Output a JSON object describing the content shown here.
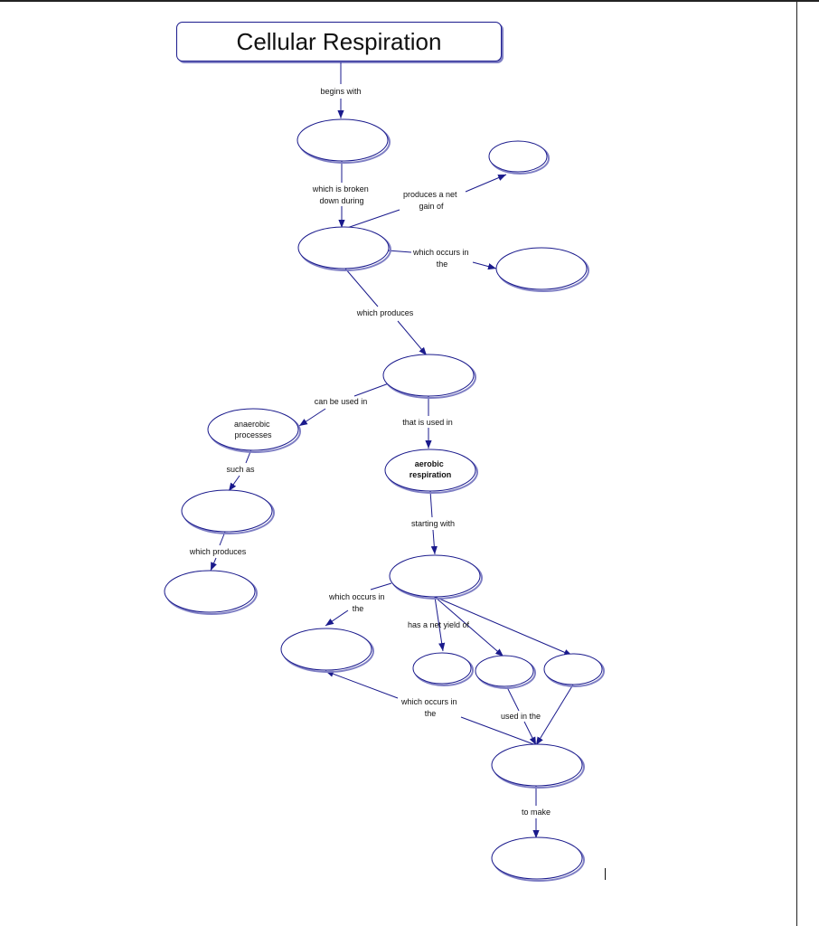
{
  "title": "Cellular Respiration",
  "nodes": {
    "anaerobic": [
      "anaerobic",
      "processes"
    ],
    "aerobic": [
      "aerobic",
      "respiration"
    ]
  },
  "links": {
    "begins_with": [
      "begins with"
    ],
    "broken_down": [
      "which is broken",
      "down during"
    ],
    "net_gain": [
      "produces a net",
      "gain of"
    ],
    "occurs_in_1": [
      "which occurs in",
      "the"
    ],
    "which_produces": [
      "which produces"
    ],
    "can_be_used_in": [
      "can be used in"
    ],
    "that_is_used_in": [
      "that is used in"
    ],
    "such_as": [
      "such as"
    ],
    "starting_with": [
      "starting with"
    ],
    "which_produces_2": [
      "which produces"
    ],
    "occurs_in_2": [
      "which occurs in",
      "the"
    ],
    "net_yield": [
      "has a net yield of"
    ],
    "occurs_in_3": [
      "which occurs in",
      "the"
    ],
    "used_in_the": [
      "used in the"
    ],
    "to_make": [
      "to make"
    ]
  },
  "colors": {
    "line": "#1a1a8c",
    "shadow": "#7f7fc4"
  }
}
